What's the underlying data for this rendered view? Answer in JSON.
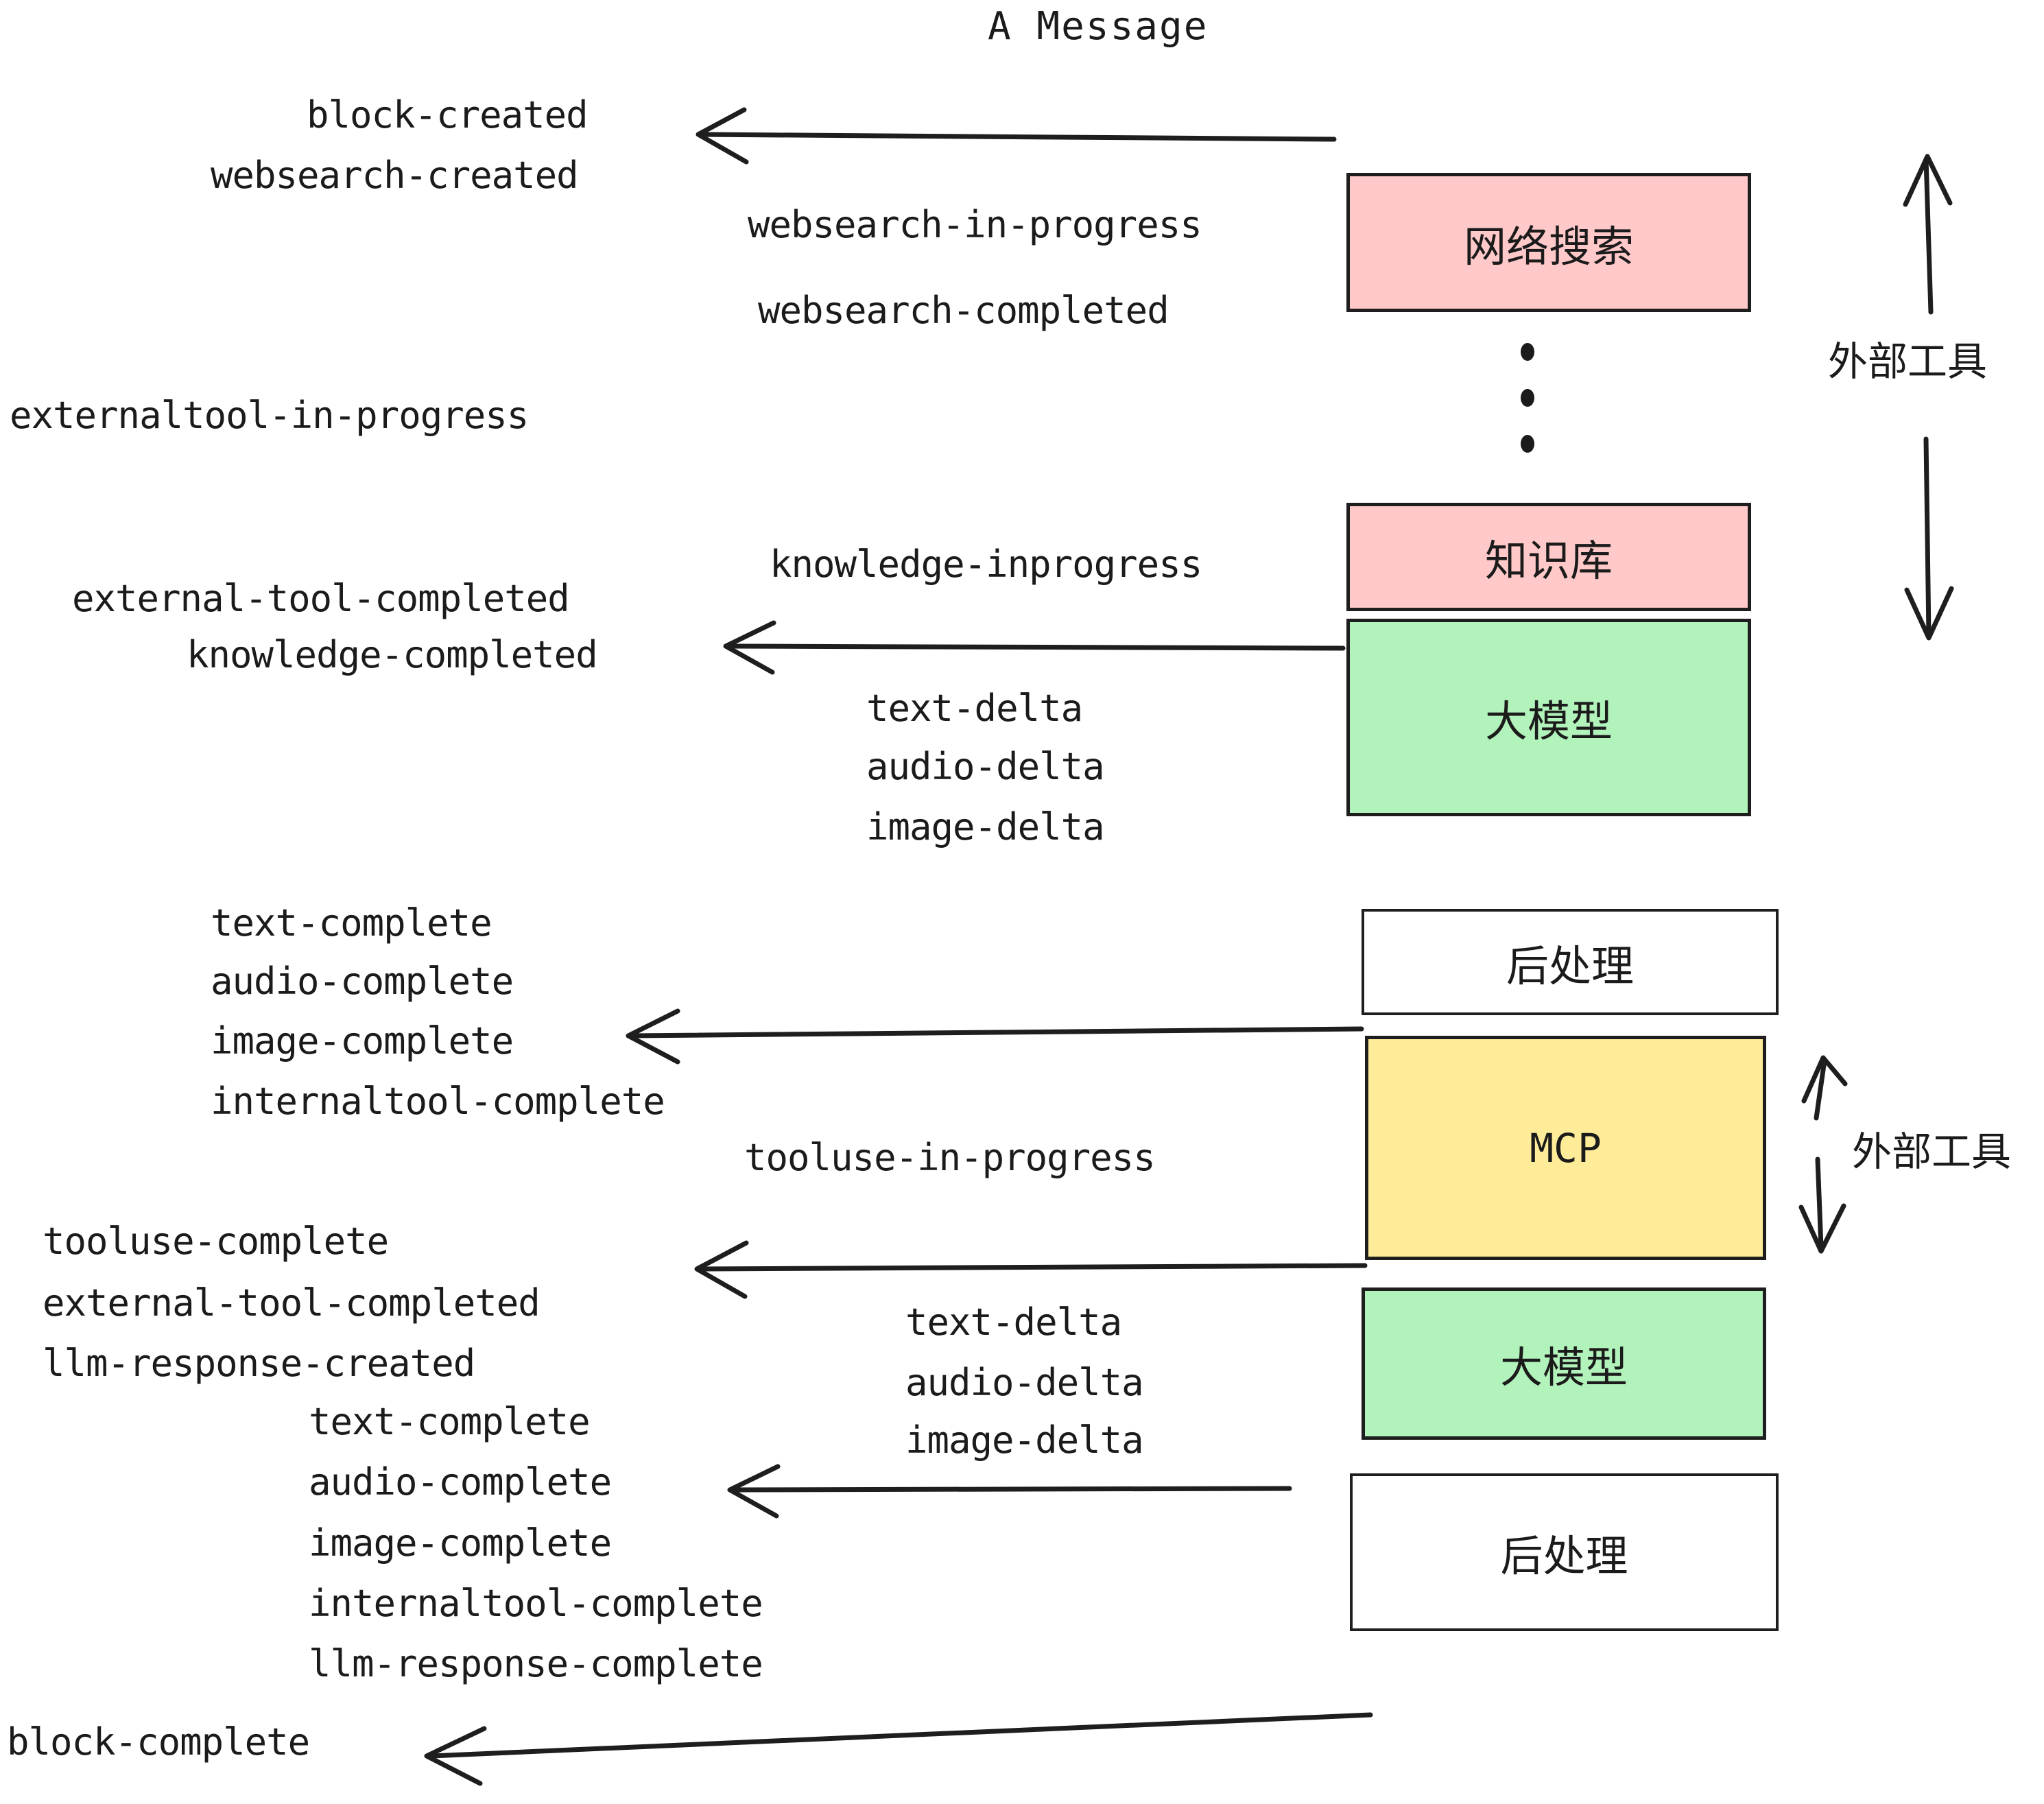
{
  "diagram": {
    "title": "A Message",
    "type": "sequence-flow-diagram",
    "colors": {
      "pink": "#ffc9c9",
      "green": "#b2f2bb",
      "yellow": "#ffec99",
      "white": "#ffffff",
      "stroke": "#1e1e1e"
    }
  },
  "nodes": [
    {
      "id": "websearch",
      "label": "网络搜索",
      "fill": "pink"
    },
    {
      "id": "knowledge",
      "label": "知识库",
      "fill": "pink"
    },
    {
      "id": "llm-top",
      "label": "大模型",
      "fill": "green"
    },
    {
      "id": "post-top",
      "label": "后处理",
      "fill": "white"
    },
    {
      "id": "mcp",
      "label": "MCP",
      "fill": "yellow"
    },
    {
      "id": "llm-bottom",
      "label": "大模型",
      "fill": "green"
    },
    {
      "id": "post-bottom",
      "label": "后处理",
      "fill": "white"
    }
  ],
  "side_labels": [
    {
      "id": "external-tools-top",
      "label": "外部工具"
    },
    {
      "id": "external-tools-bottom",
      "label": "外部工具"
    }
  ],
  "events": {
    "group_block_created": [
      "block-created",
      "websearch-created"
    ],
    "group_websearch": [
      "websearch-in-progress",
      "websearch-completed"
    ],
    "externaltool_in_progress": "externaltool-in-progress",
    "knowledge_inprogress": "knowledge-inprogress",
    "group_knowledge_done": [
      "external-tool-completed",
      "knowledge-completed"
    ],
    "group_deltas_top": [
      "text-delta",
      "audio-delta",
      "image-delta"
    ],
    "group_completes_mid": [
      "text-complete",
      "audio-complete",
      "image-complete",
      "internaltool-complete"
    ],
    "tooluse_in_progress": "tooluse-in-progress",
    "group_tooluse_done": [
      "tooluse-complete",
      "external-tool-completed",
      "llm-response-created"
    ],
    "group_deltas_bottom": [
      "text-delta",
      "audio-delta",
      "image-delta"
    ],
    "group_completes_bottom": [
      "text-complete",
      "audio-complete",
      "image-complete",
      "internaltool-complete",
      "llm-response-complete"
    ],
    "block_complete": "block-complete"
  }
}
